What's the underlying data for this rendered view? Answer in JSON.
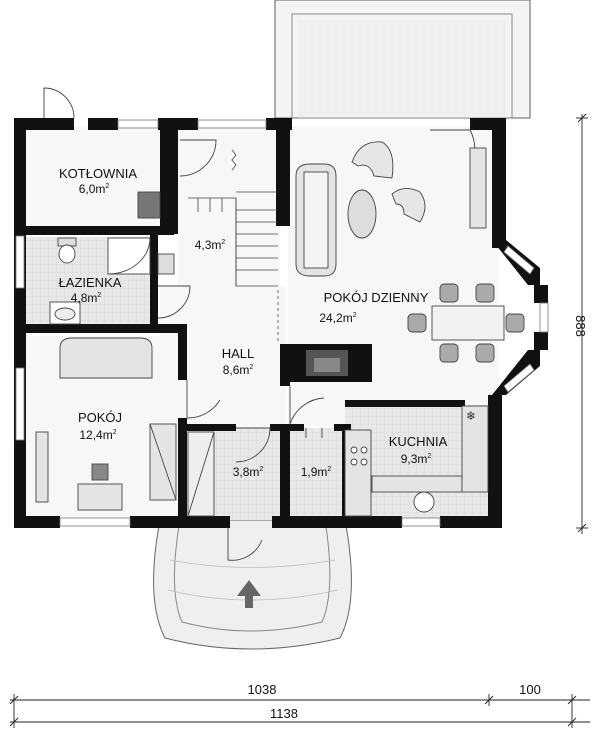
{
  "rooms": {
    "boiler": {
      "name": "KOTŁOWNIA",
      "area": "6,0m",
      "unit_sup": "2"
    },
    "bathroom": {
      "name": "ŁAZIENKA",
      "area": "4,8m",
      "unit_sup": "2"
    },
    "bedroom": {
      "name": "POKÓJ",
      "area": "12,4m",
      "unit_sup": "2"
    },
    "stairs": {
      "area": "4,3m",
      "unit_sup": "2"
    },
    "hall": {
      "name": "HALL",
      "area": "8,6m",
      "unit_sup": "2"
    },
    "living": {
      "name": "POKÓJ DZIENNY",
      "area": "24,2m",
      "unit_sup": "2"
    },
    "kitchen": {
      "name": "KUCHNIA",
      "area": "9,3m",
      "unit_sup": "2"
    },
    "storage_a": {
      "area": "3,8m",
      "unit_sup": "2"
    },
    "storage_b": {
      "area": "1,9m",
      "unit_sup": "2"
    }
  },
  "dimensions": {
    "width_main": "1038",
    "width_extra": "100",
    "width_total": "1138",
    "height_total": "888"
  },
  "colors": {
    "wall": "#111111",
    "floor_tile": "#e6e6e6",
    "floor_light": "#f5f5f5",
    "furniture": "#cfcfcf",
    "entrance_arrow": "#666666"
  },
  "icons": {
    "entrance": "arrow-up-icon"
  }
}
